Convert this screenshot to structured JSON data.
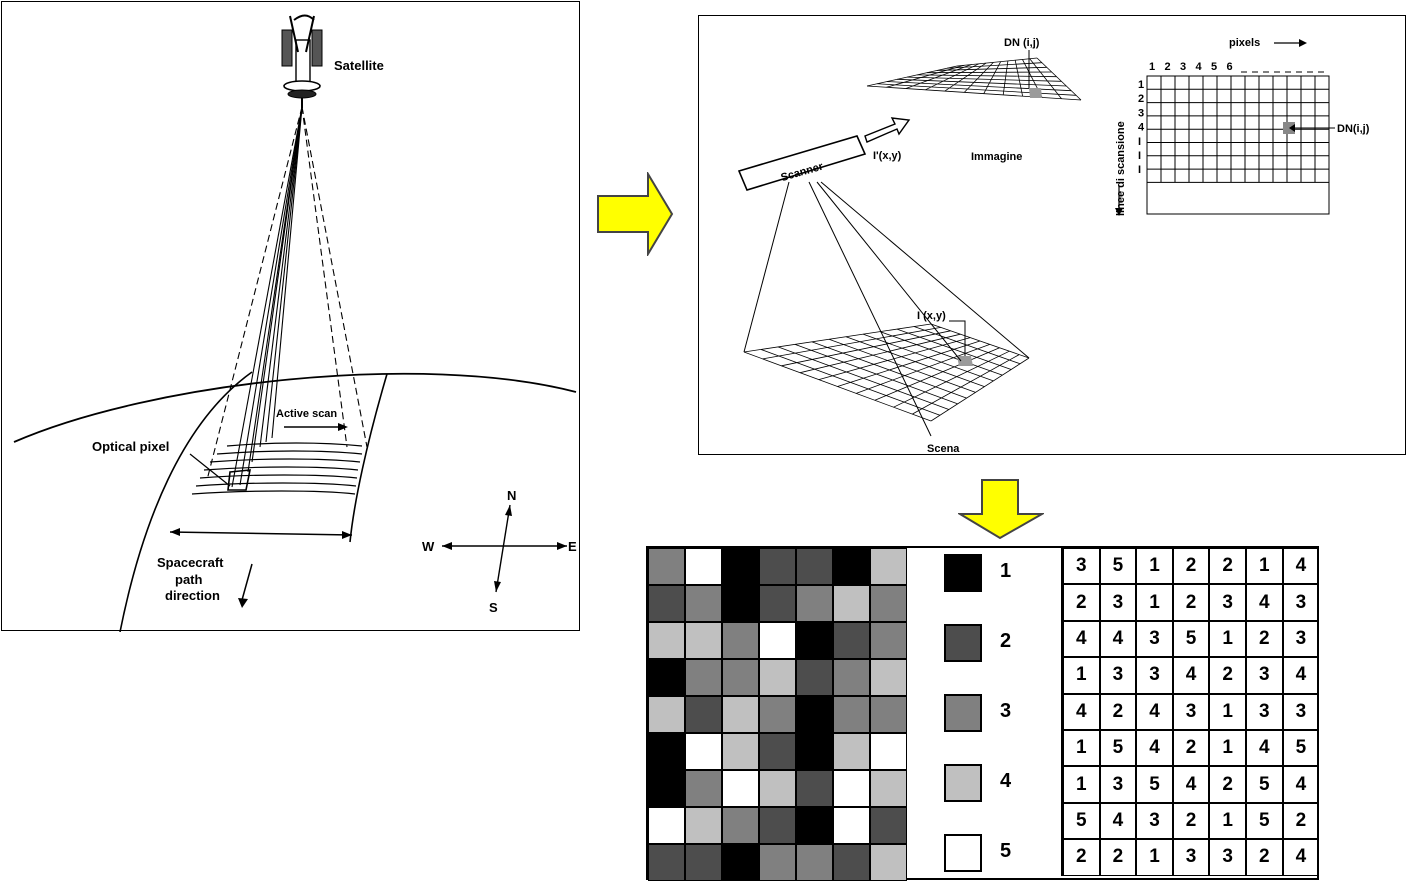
{
  "satellite_panel": {
    "satellite_label": "Satellite",
    "active_scan_label": "Active scan",
    "optical_pixel_label": "Optical pixel",
    "spacecraft_label_line1": "Spacecraft",
    "spacecraft_label_line2": "path",
    "spacecraft_label_line3": "direction",
    "compass": {
      "north": "N",
      "south": "S",
      "west": "W",
      "east": "E"
    }
  },
  "scanner_panel": {
    "dn_top_label": "DN (i,j)",
    "pixels_label": "pixels",
    "column_numbers": [
      "1",
      "2",
      "3",
      "4",
      "5",
      "6"
    ],
    "row_numbers": [
      "1",
      "2",
      "3",
      "4",
      "I",
      "I",
      "I"
    ],
    "scan_lines_label": "linee di scansione",
    "dn_right_label": "DN(i,j)",
    "scanner_label": "Scanner",
    "image_coord_label": "I'(x,y)",
    "image_label": "Immagine",
    "scene_coord_label": "I (x,y)",
    "scene_label": "Scena"
  },
  "arrow_colors": {
    "fill": "#ffff00",
    "stroke": "#444444"
  },
  "gray_levels": {
    "1": "#000000",
    "2": "#4d4d4d",
    "3": "#808080",
    "4": "#c0c0c0",
    "5": "#ffffff"
  },
  "legend": [
    {
      "level": "1",
      "label": "1"
    },
    {
      "level": "2",
      "label": "2"
    },
    {
      "level": "3",
      "label": "3"
    },
    {
      "level": "4",
      "label": "4"
    },
    {
      "level": "5",
      "label": "5"
    }
  ],
  "dn_matrix": [
    [
      "3",
      "5",
      "1",
      "2",
      "2",
      "1",
      "4"
    ],
    [
      "2",
      "3",
      "1",
      "2",
      "3",
      "4",
      "3"
    ],
    [
      "4",
      "4",
      "3",
      "5",
      "1",
      "2",
      "3"
    ],
    [
      "1",
      "3",
      "3",
      "4",
      "2",
      "3",
      "4"
    ],
    [
      "4",
      "2",
      "4",
      "3",
      "1",
      "3",
      "3"
    ],
    [
      "1",
      "5",
      "4",
      "2",
      "1",
      "4",
      "5"
    ],
    [
      "1",
      "3",
      "5",
      "4",
      "2",
      "5",
      "4"
    ],
    [
      "5",
      "4",
      "3",
      "2",
      "1",
      "5",
      "2"
    ],
    [
      "2",
      "2",
      "1",
      "3",
      "3",
      "2",
      "4"
    ]
  ]
}
